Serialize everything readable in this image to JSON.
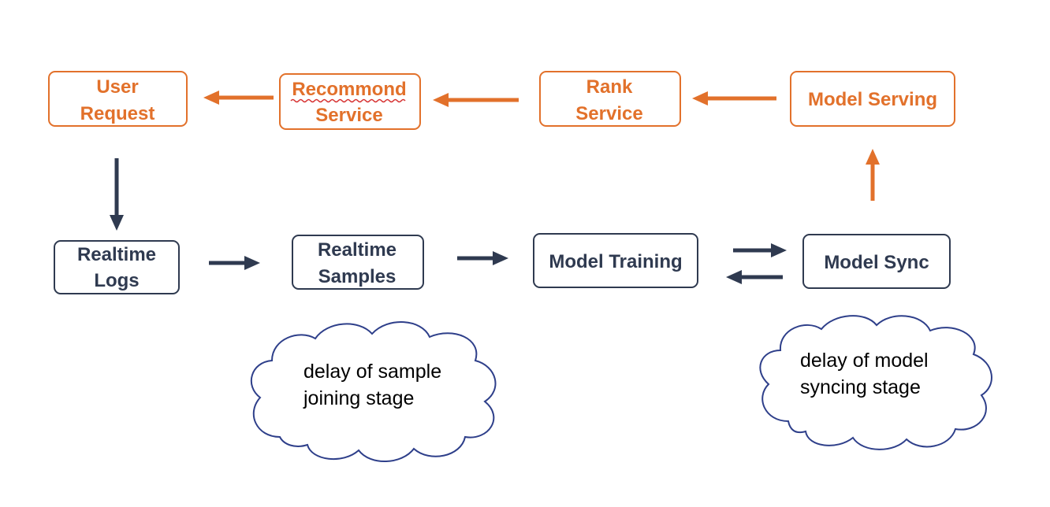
{
  "nodes": {
    "user_request": {
      "line1": "User",
      "line2": "Request"
    },
    "recommond": {
      "line1": "Recommond",
      "line2": "Service"
    },
    "rank": {
      "line1": "Rank",
      "line2": "Service"
    },
    "model_serving": {
      "line1": "Model Serving"
    },
    "realtime_logs": {
      "line1": "Realtime",
      "line2": "Logs"
    },
    "realtime_samples": {
      "line1": "Realtime",
      "line2": "Samples"
    },
    "model_training": {
      "line1": "Model Training"
    },
    "model_sync": {
      "line1": "Model Sync"
    }
  },
  "clouds": {
    "sample_delay": {
      "line1": "delay of sample",
      "line2": "joining stage"
    },
    "model_delay": {
      "line1": "delay of model",
      "line2": "syncing stage"
    }
  },
  "colors": {
    "serving_path": "#e2712b",
    "training_path": "#2f3a50",
    "cloud_outline": "#2e3f8a"
  }
}
